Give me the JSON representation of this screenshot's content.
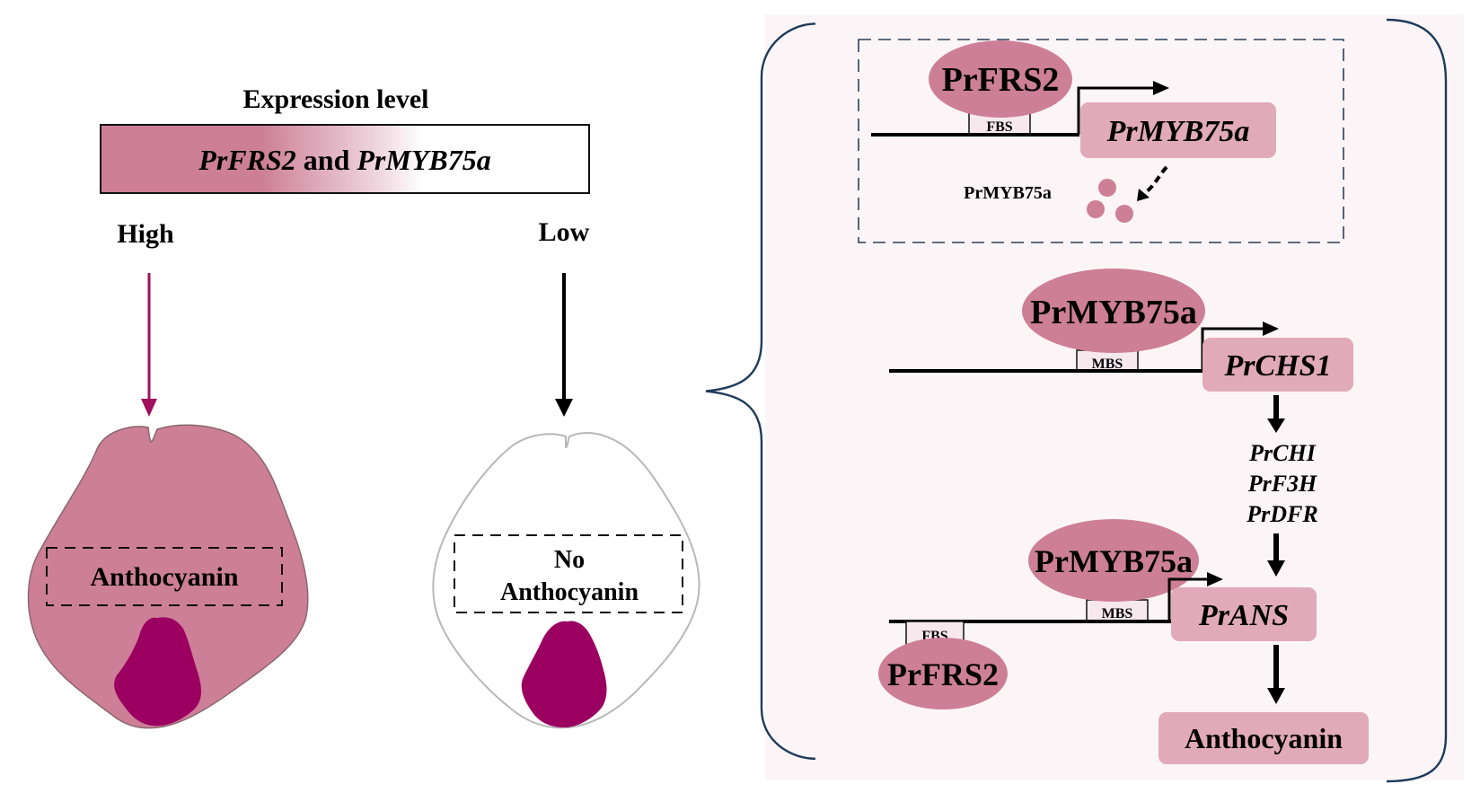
{
  "colors": {
    "petal_pink": "#cd7f98",
    "blotch": "#9b0060",
    "protein": "#cd7f98",
    "gene_box": "#e1aabb",
    "panel_bg": "#fcf5f7",
    "brace": "#1f3a5a",
    "high_arrow": "#a0105e"
  },
  "left": {
    "title": "Expression level",
    "bar_gene1": "PrFRS2",
    "bar_and": " and ",
    "bar_gene2": "PrMYB75a",
    "high_label": "High",
    "low_label": "Low",
    "high_result": "Anthocyanin",
    "low_result_line1": "No",
    "low_result_line2": "Anthocyanin"
  },
  "panel": {
    "inset": {
      "protein": "PrFRS2",
      "site": "FBS",
      "gene": "PrMYB75a",
      "product_label": "PrMYB75a"
    },
    "chs_row": {
      "protein": "PrMYB75a",
      "site": "MBS",
      "gene": "PrCHS1"
    },
    "intermediate_genes": [
      "PrCHI",
      "PrF3H",
      "PrDFR"
    ],
    "ans_row": {
      "protein_top": "PrMYB75a",
      "site_top": "MBS",
      "protein_bottom": "PrFRS2",
      "site_bottom": "FBS",
      "gene": "PrANS"
    },
    "final_product": "Anthocyanin"
  }
}
